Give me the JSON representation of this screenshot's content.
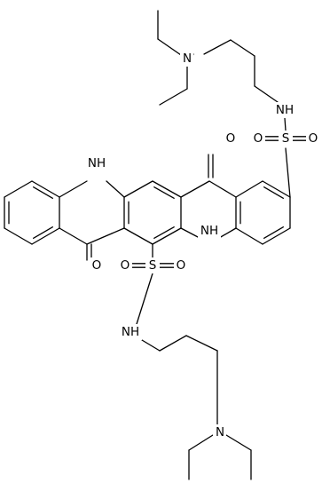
{
  "molecule": {
    "atoms": {
      "n_amine_top": "N",
      "nh_sulfonamide_top": "NH",
      "s_top": "S",
      "o_top_left": "O",
      "o_top_right": "O",
      "o_ketone_top": "O",
      "nh_ring_upper": "NH",
      "nh_ring_lower": "NH",
      "o_ketone_bottom": "O",
      "s_bottom": "S",
      "o_bottom_left": "O",
      "o_bottom_right": "O",
      "nh_sulfonamide_bottom": "NH",
      "n_amine_bottom": "N"
    }
  }
}
